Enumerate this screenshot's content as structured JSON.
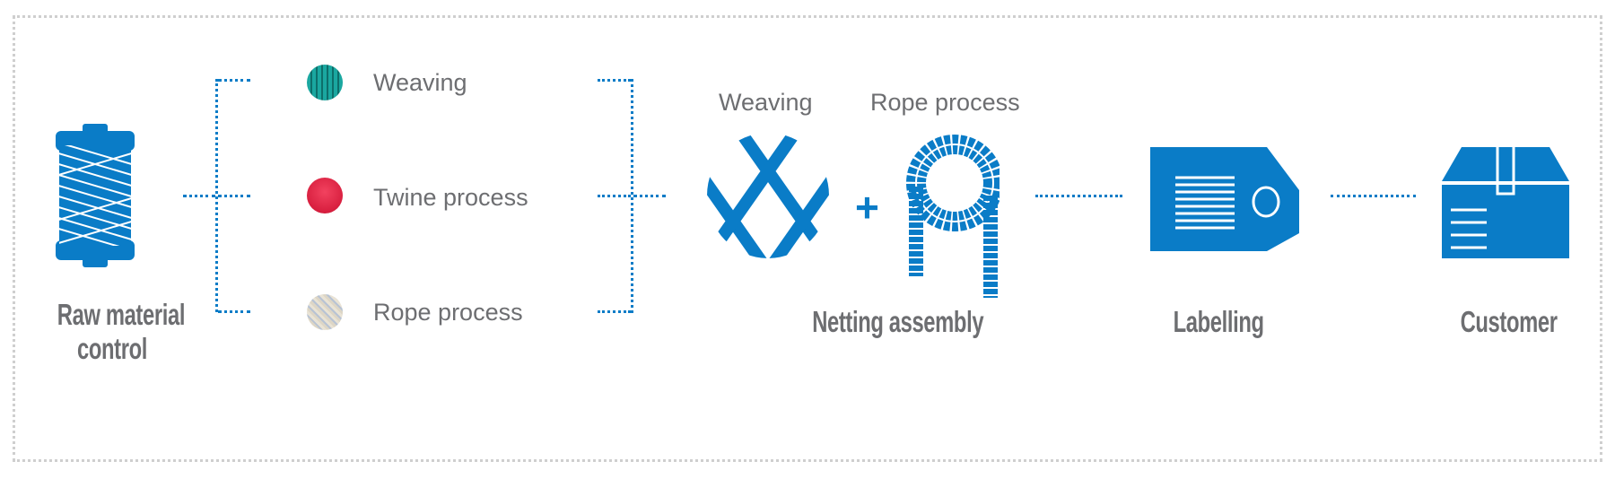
{
  "colors": {
    "accent": "#0a7cc7",
    "text": "#6d6e71",
    "frame": "#cfcfcf"
  },
  "raw_material": {
    "label": "Raw material control",
    "line1": "Raw material",
    "line2": "control",
    "icon": "thread-spool-icon"
  },
  "processes": [
    {
      "label": "Weaving",
      "icon": "teal-weave-thumbnail"
    },
    {
      "label": "Twine process",
      "icon": "red-twine-thumbnail"
    },
    {
      "label": "Rope process",
      "icon": "rope-coil-thumbnail"
    }
  ],
  "netting": {
    "weaving_label": "Weaving",
    "rope_label": "Rope process",
    "plus": "+",
    "title": "Netting assembly"
  },
  "labelling": {
    "title": "Labelling",
    "icon": "tag-icon"
  },
  "customer": {
    "title": "Customer",
    "icon": "box-icon"
  }
}
